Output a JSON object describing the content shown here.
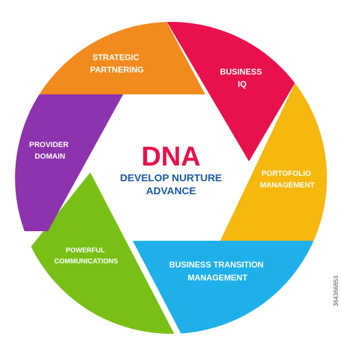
{
  "center": {
    "title": "DNA",
    "line1": "DEVELOP NURTURE",
    "line2": "ADVANCE",
    "title_color": "#e8114b",
    "subtitle_color": "#1a5aa6"
  },
  "segments": [
    {
      "id": "strategic",
      "lines": [
        "STRATEGIC",
        "PARTNERING"
      ],
      "color": "#f28b1d"
    },
    {
      "id": "business-iq",
      "lines": [
        "BUSINESS",
        "IQ"
      ],
      "color": "#e8114b"
    },
    {
      "id": "portfolio",
      "lines": [
        "PORTOFOLIO",
        "MANAGEMENT"
      ],
      "color": "#f5b80f"
    },
    {
      "id": "transition",
      "lines": [
        "BUSINESS TRANSITION",
        "MANAGEMENT"
      ],
      "color": "#1fb0ea"
    },
    {
      "id": "communications",
      "lines": [
        "POWERFUL",
        "COMMUNICATIONS"
      ],
      "color": "#79c016"
    },
    {
      "id": "provider",
      "lines": [
        "PROVIDER",
        "DOMAIN"
      ],
      "color": "#8c33ad"
    }
  ],
  "stock_id": "364366853"
}
